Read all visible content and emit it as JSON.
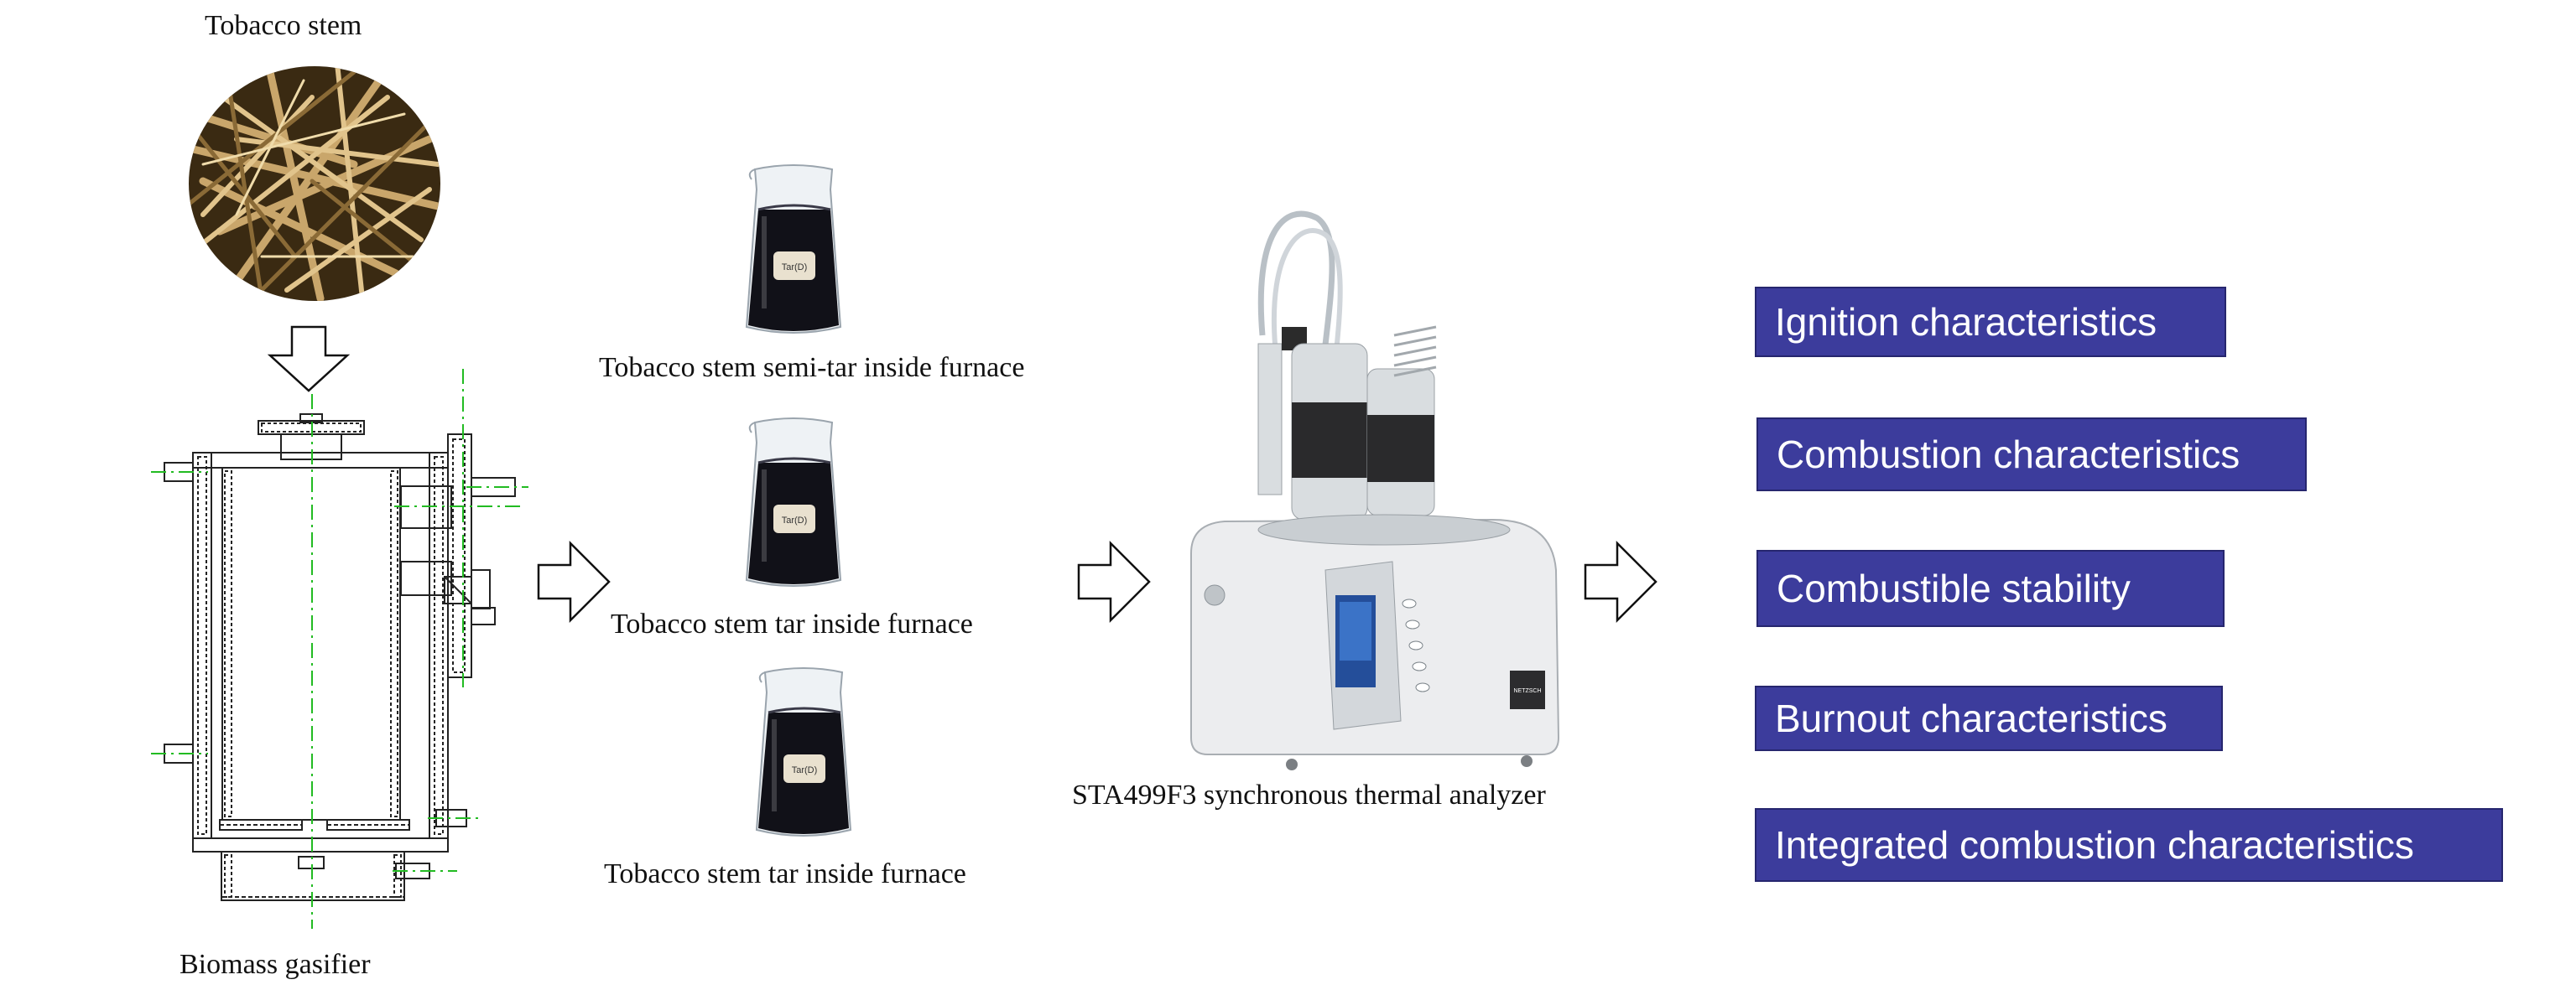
{
  "inputs": {
    "tobacco_stem": "Tobacco stem",
    "gasifier": "Biomass gasifier"
  },
  "samples": [
    {
      "label": "Tobacco stem semi-tar inside furnace",
      "beaker_tag": "Tar(D)"
    },
    {
      "label": "Tobacco stem tar inside furnace",
      "beaker_tag": "Tar(D)"
    },
    {
      "label": "Tobacco stem tar inside furnace",
      "beaker_tag": "Tar(D)"
    }
  ],
  "analyzer": {
    "label": "STA499F3 synchronous thermal analyzer",
    "brand": "NETZSCH"
  },
  "outputs": [
    "Ignition characteristics",
    "Combustion characteristics",
    "Combustible stability",
    "Burnout characteristics",
    "Integrated combustion characteristics"
  ],
  "colors": {
    "output_box": "#3c3c9c",
    "centerline": "#22bb22",
    "tar": "#111118"
  }
}
